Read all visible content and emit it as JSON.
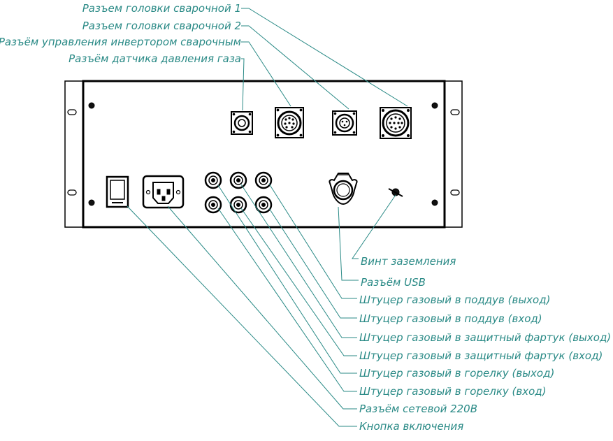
{
  "labels": {
    "top": [
      "Разъем головки сварочной 1",
      "Разъем головки сварочной 2",
      "Разъём управления инвертором сварочным",
      "Разъём датчика давления газа"
    ],
    "bottom": [
      "Винт заземления",
      "Разъём USB",
      "Штуцер газовый в поддув (выход)",
      "Штуцер газовый в поддув (вход)",
      "Штуцер газовый в защитный фартук (выход)",
      "Штуцер газовый в защитный фартук (вход)",
      "Штуцер газовый в горелку (выход)",
      "Штуцер газовый в горелку (вход)",
      "Разъём сетевой 220В",
      "Кнопка включения"
    ]
  },
  "colors": {
    "leader": "#2a8a86",
    "outline": "#000000"
  }
}
